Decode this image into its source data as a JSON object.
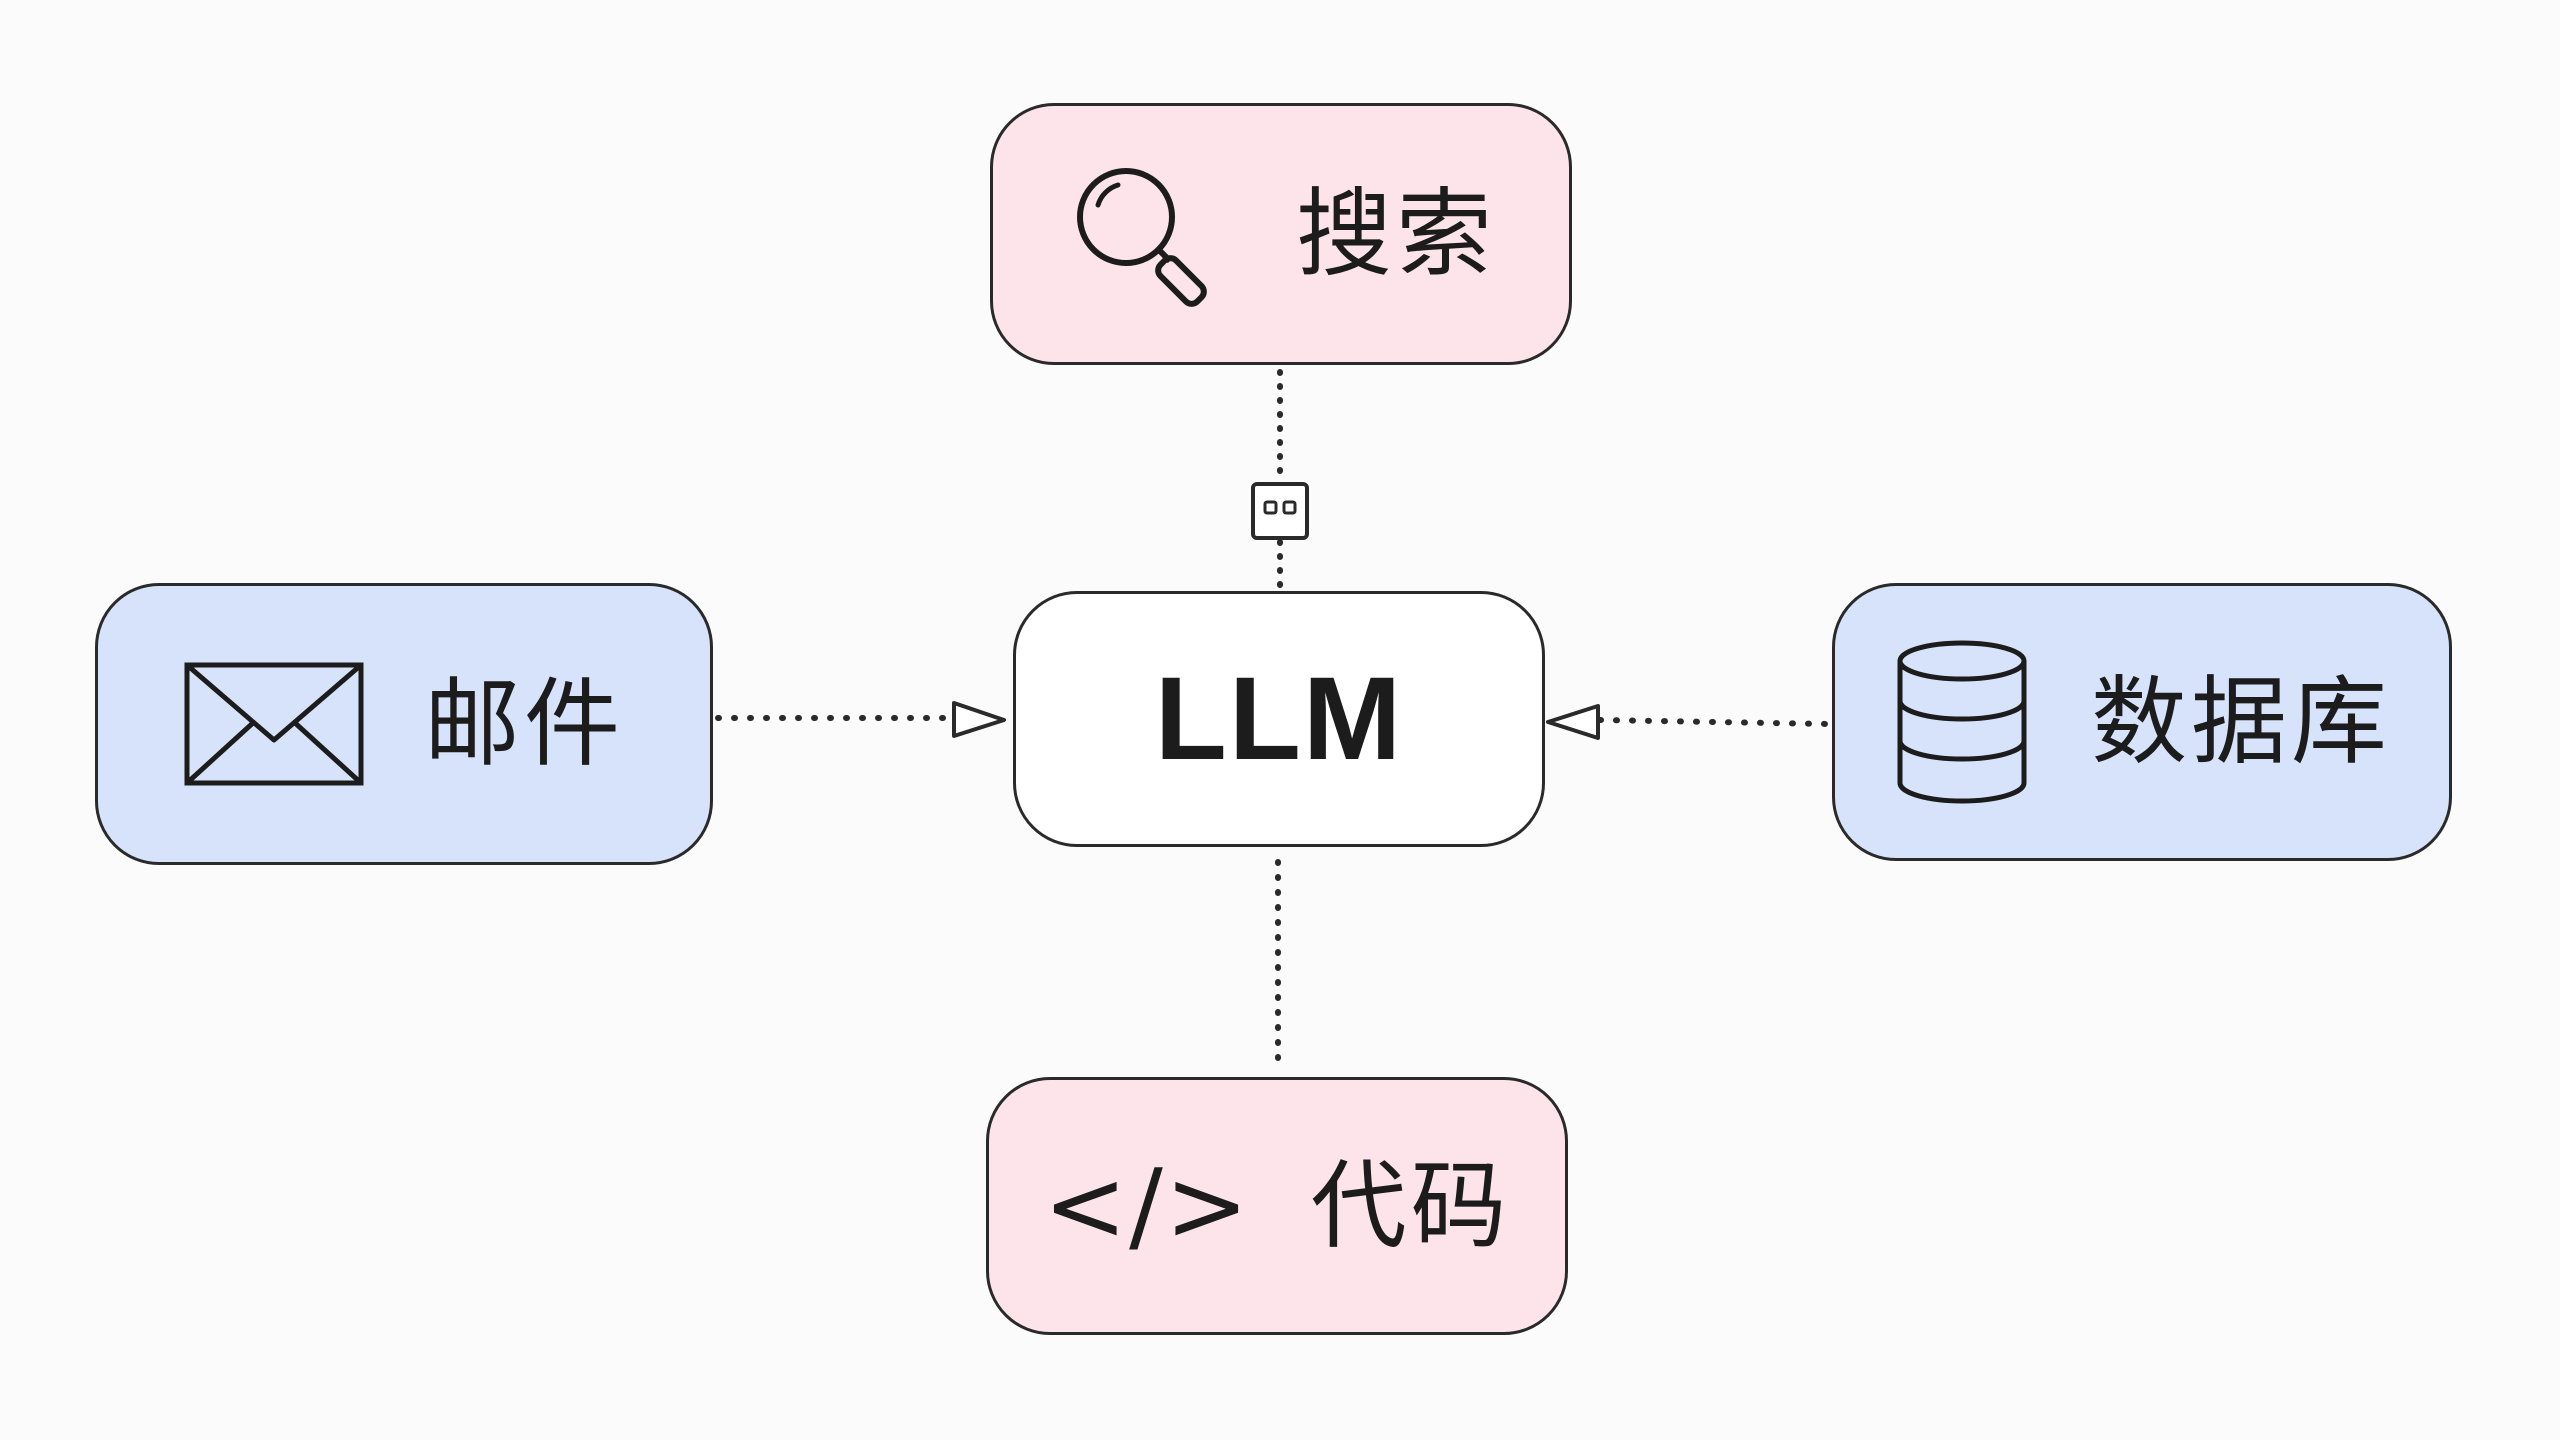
{
  "nodes": {
    "search": {
      "label": "搜索",
      "icon": "magnifier-icon"
    },
    "mail": {
      "label": "邮件",
      "icon": "envelope-icon"
    },
    "llm": {
      "label": "LLM"
    },
    "database": {
      "label": "数据库",
      "icon": "database-icon"
    },
    "code": {
      "label": "代码",
      "icon": "code-icon",
      "icon_text": "</>"
    }
  },
  "colors": {
    "pink": "#fde3ea",
    "blue": "#d6e3fb",
    "white": "#ffffff",
    "stroke": "#2a2a2a"
  }
}
